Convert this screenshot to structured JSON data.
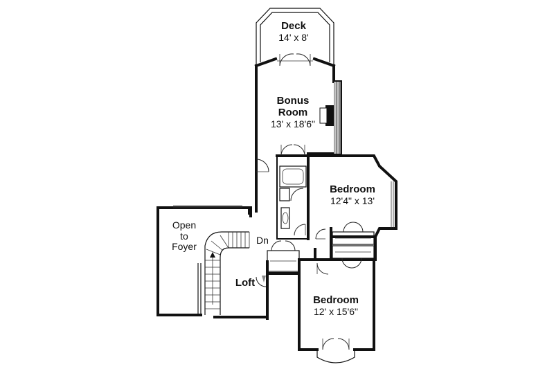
{
  "rooms": {
    "deck": {
      "name": "Deck",
      "dims": "14' x 8'"
    },
    "bonus_room": {
      "name_line1": "Bonus",
      "name_line2": "Room",
      "dims": "13' x 18'6\""
    },
    "bedroom_upper": {
      "name": "Bedroom",
      "dims": "12'4\" x 13'"
    },
    "bedroom_lower": {
      "name": "Bedroom",
      "dims": "12' x 15'6\""
    },
    "loft": {
      "name": "Loft"
    },
    "open_to_foyer": {
      "line1": "Open",
      "line2": "to",
      "line3": "Foyer"
    }
  },
  "stairs": {
    "label": "Dn"
  }
}
